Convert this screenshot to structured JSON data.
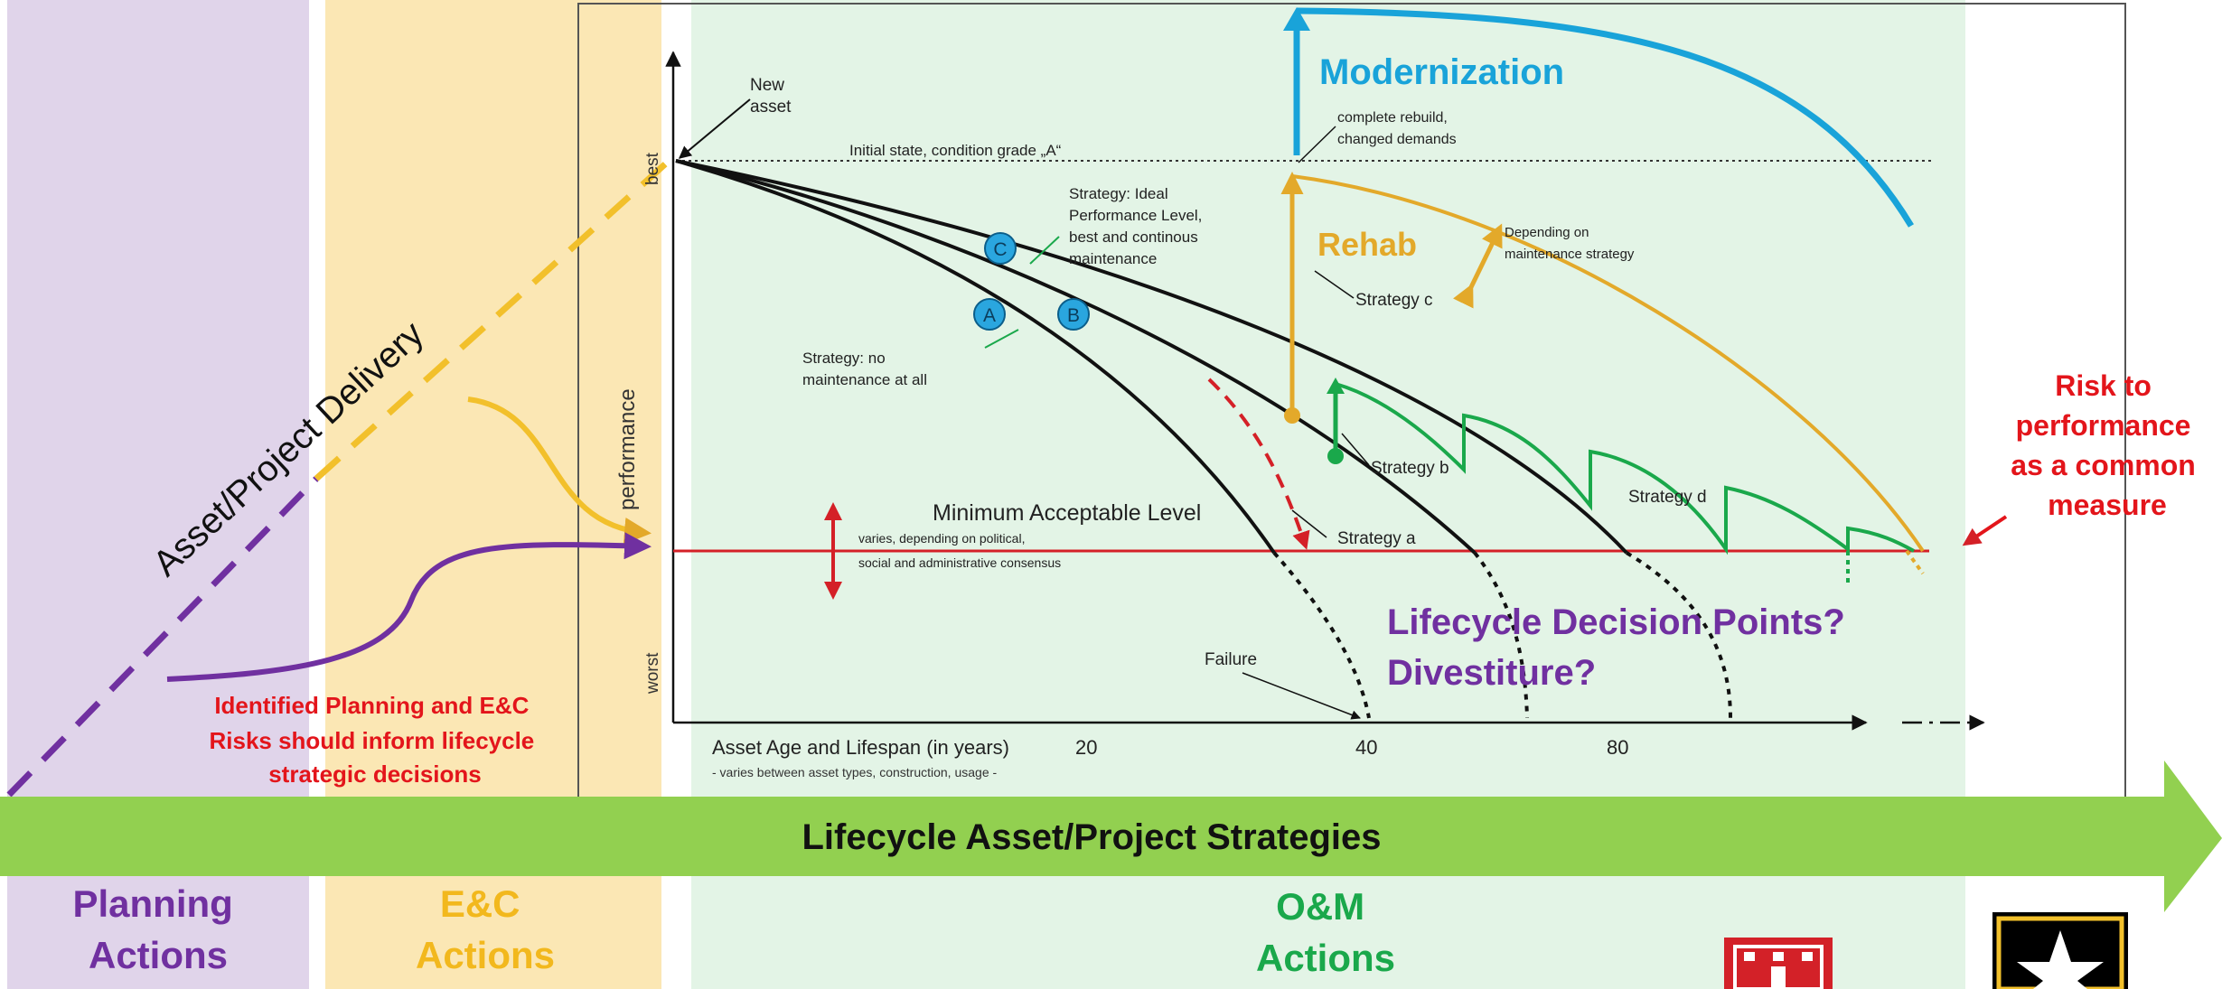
{
  "lanes": {
    "planning_label": [
      "Planning",
      "Actions"
    ],
    "ec_label": [
      "E&C",
      "Actions"
    ],
    "om_label": [
      "O&M",
      "Actions"
    ]
  },
  "arrow": {
    "label": "Lifecycle Asset/Project Strategies"
  },
  "delivery": {
    "label": "Asset/Project Delivery"
  },
  "note_risks": [
    "Identified Planning and E&C",
    "Risks should inform lifecycle",
    "strategic decisions"
  ],
  "axes": {
    "y_title": "performance",
    "y_best": "best",
    "y_worst": "worst",
    "x_title": "Asset Age and Lifespan (in years)",
    "x_subtitle": "- varies between asset types, construction, usage -",
    "x_ticks": [
      "20",
      "40",
      "80"
    ]
  },
  "labels": {
    "new_asset": [
      "New",
      "asset"
    ],
    "initial_state": "Initial state, condition grade „A“",
    "strategy_ideal": [
      "Strategy: Ideal",
      "Performance Level,",
      "best and continous",
      "maintenance"
    ],
    "strategy_none": [
      "Strategy: no",
      "maintenance at all"
    ],
    "minimum_level": "Minimum Acceptable Level",
    "minimum_note": [
      "varies, depending on political,",
      "social and administrative consensus"
    ],
    "failure": "Failure",
    "strategy_a": "Strategy a",
    "strategy_b": "Strategy b",
    "strategy_c": "Strategy c",
    "strategy_d": "Strategy d",
    "rehab": "Rehab",
    "modernization": "Modernization",
    "complete_rebuild": [
      "complete rebuild,",
      "changed demands"
    ],
    "depending_on": [
      "Depending on",
      "maintenance strategy"
    ],
    "markers": [
      "A",
      "B",
      "C"
    ]
  },
  "risk_note": [
    "Risk to",
    "performance",
    "as a common",
    "measure"
  ],
  "decision_points": [
    "Lifecycle Decision Points?",
    "Divestiture?"
  ],
  "colors": {
    "planning_lane": "#e0d4ea",
    "ec_lane": "#fbe7b4",
    "om_lane": "#e3f4e6",
    "green_arrow": "#92d050",
    "purple": "#7030a0",
    "gold": "#e3a92a",
    "red": "#d42027",
    "green": "#1aa84b",
    "blue": "#19a3d9"
  },
  "icons": [
    "castle-logo-icon",
    "army-star-logo-icon"
  ]
}
